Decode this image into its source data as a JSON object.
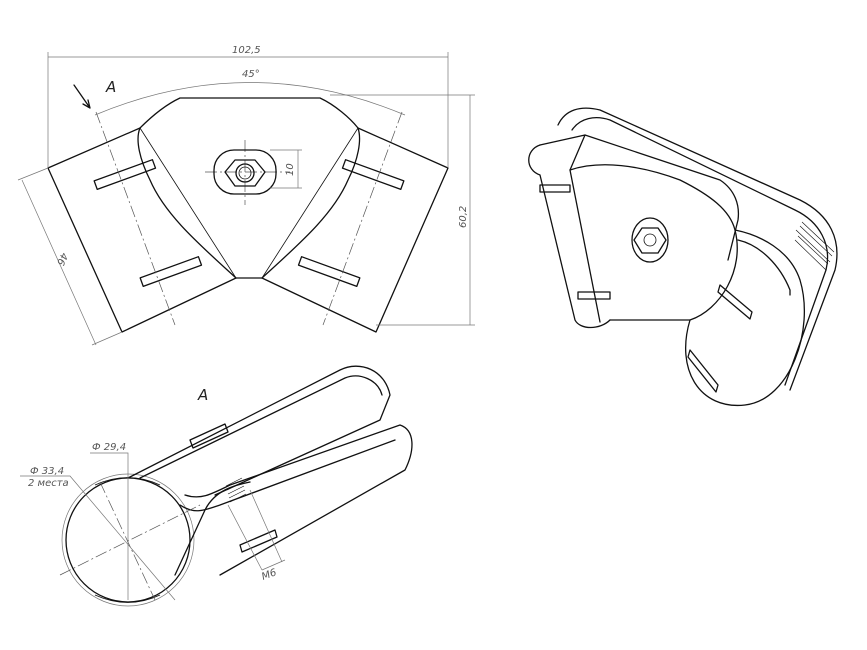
{
  "top_view": {
    "dim_width": "102,5",
    "dim_angle": "45°",
    "dim_height": "60,2",
    "dim_side": "46",
    "dim_slot": "10",
    "view_marker": "A"
  },
  "section_view": {
    "title": "A",
    "dia_inner": "Ф 29,4",
    "dia_outer": "Ф 33,4",
    "dia_outer_note": "2 места",
    "thread": "M6"
  }
}
